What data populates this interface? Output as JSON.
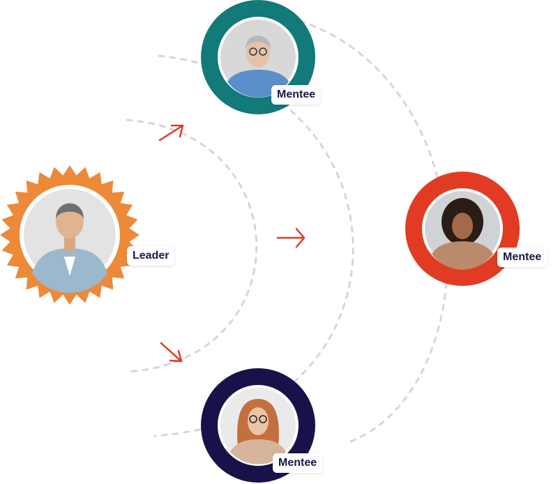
{
  "leader": {
    "label": "Leader",
    "badge_color": "#EC8A3A",
    "photo_bg": "#e3e3e3"
  },
  "mentees": [
    {
      "id": "top",
      "label": "Mentee",
      "ring_color": "#127A78",
      "photo_bg": "#d8d8d8"
    },
    {
      "id": "right",
      "label": "Mentee",
      "ring_color": "#E13B23",
      "photo_bg": "#cfd3d6"
    },
    {
      "id": "bottom",
      "label": "Mentee",
      "ring_color": "#17134A",
      "photo_bg": "#eaeaea"
    }
  ],
  "colors": {
    "arrow": "#E13B23",
    "dashed_arc": "#d6d6d6",
    "label_text": "#1b1845"
  }
}
